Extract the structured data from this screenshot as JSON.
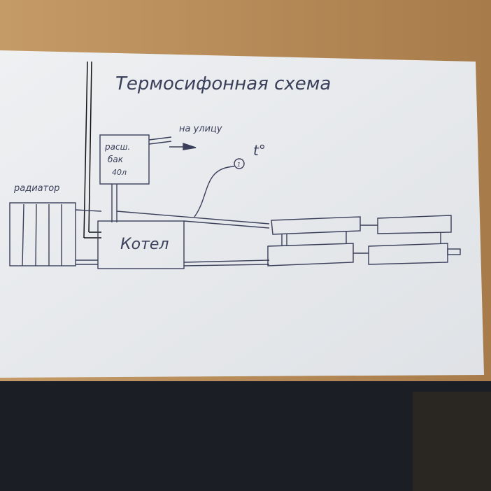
{
  "diagram": {
    "title": "Термосифонная схема",
    "labels": {
      "radiator": "радиатор",
      "tank_line1": "расш.",
      "tank_line2": "бак",
      "tank_line3": "40л",
      "outside": "на улицу",
      "temperature": "t°",
      "sensor": "1",
      "boiler": "Котел"
    }
  },
  "colors": {
    "paper": "#e9ebee",
    "ink": "#3a3f5a",
    "wood": "#b98f5c",
    "fabric": "#1b1e25"
  }
}
